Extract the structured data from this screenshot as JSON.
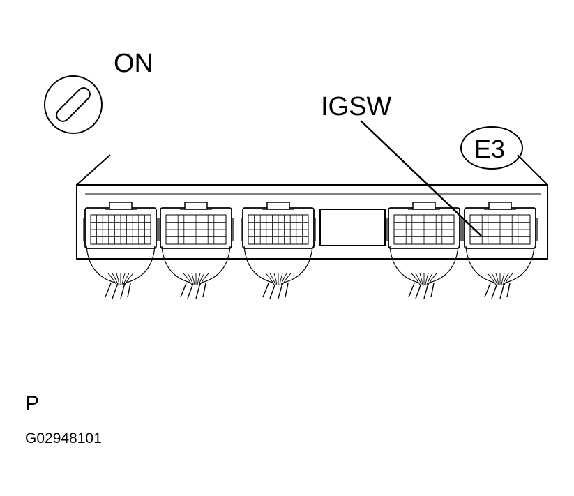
{
  "labels": {
    "ignition_switch": "ON",
    "terminal": "IGSW",
    "connector": "E3",
    "view": "P",
    "figure_code": "G02948101"
  },
  "ecu": {
    "connectors": [
      {
        "position": 1,
        "highlighted": false
      },
      {
        "position": 2,
        "highlighted": false
      },
      {
        "position": 3,
        "highlighted": false
      },
      {
        "position": 4,
        "highlighted": false
      },
      {
        "position": 5,
        "highlighted": true
      }
    ]
  },
  "colors": {
    "line": "#000000",
    "background": "#ffffff",
    "panel": "#ffffff"
  }
}
